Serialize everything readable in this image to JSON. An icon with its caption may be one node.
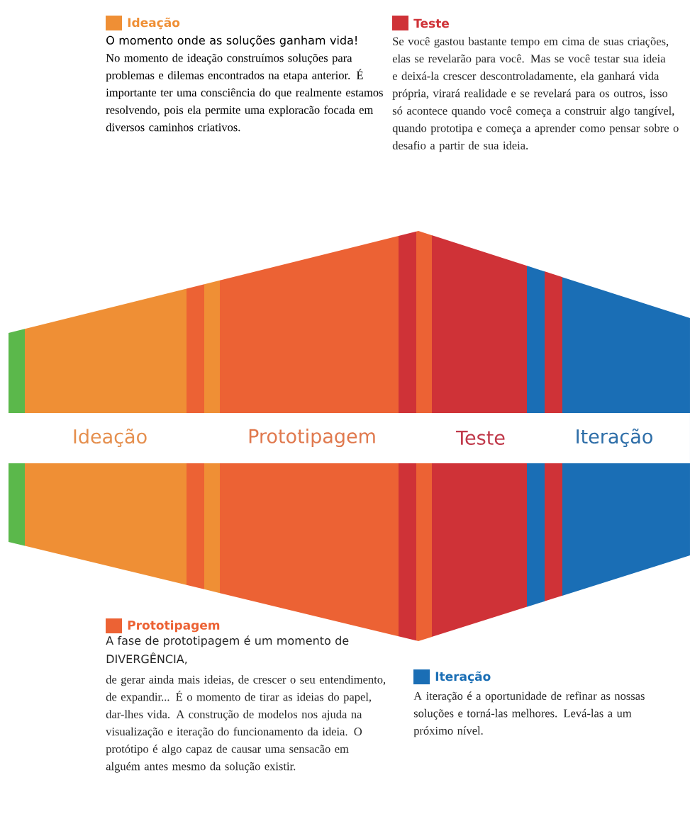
{
  "diagram": {
    "labels": [
      "O momento onde as soluções ganham vida!",
      "No momento de ideação construímos soluções para problemas e dilemas encontrados na etapa anterior. É importante ter uma consciência do que realmente estamos resolvendo, pois ela permite uma exploracão focada em diversos caminhos criativos.",
      "Se você gastou bastante tempo em cima de suas criações, elas se revelarão para você. Mas se você testar sua ideia e deixá-la crescer descontroladamente, ela ganhará vida própria, virará realidade e se revelará para os outros, isso só acontece quando você começa a construir algo tangível, quando prototipa e começa a aprender como pensar sobre o desafio a partir de sua ideia.",
      "Ideação",
      "Prototipagem",
      "Teste",
      "Iteração",
      "A fase de prototipagem é um momento de DIVERGÊNCIA,",
      "de gerar ainda mais ideias, de crescer o seu entendimento, de expandir... É o momento de tirar as ideias do papel, dar-lhes vida. A construção de modelos nos ajuda na visualização e iteração do funcionamento da ideia. O protótipo é algo capaz de causar uma sensacão em alguém antes mesmo da solução existir.",
      "A iteração é a oportunidade de refinar as nossas soluções e torná-las melhores. Levá-las a um próximo nível."
    ],
    "legend": [
      {
        "text": "Ideação",
        "color": "#ef8f35"
      },
      {
        "text": "Teste",
        "color": "#cf3237"
      },
      {
        "text": "Prototipagem",
        "color": "#ec6234"
      },
      {
        "text": "Iteração",
        "color": "#1a6eb5"
      }
    ]
  }
}
